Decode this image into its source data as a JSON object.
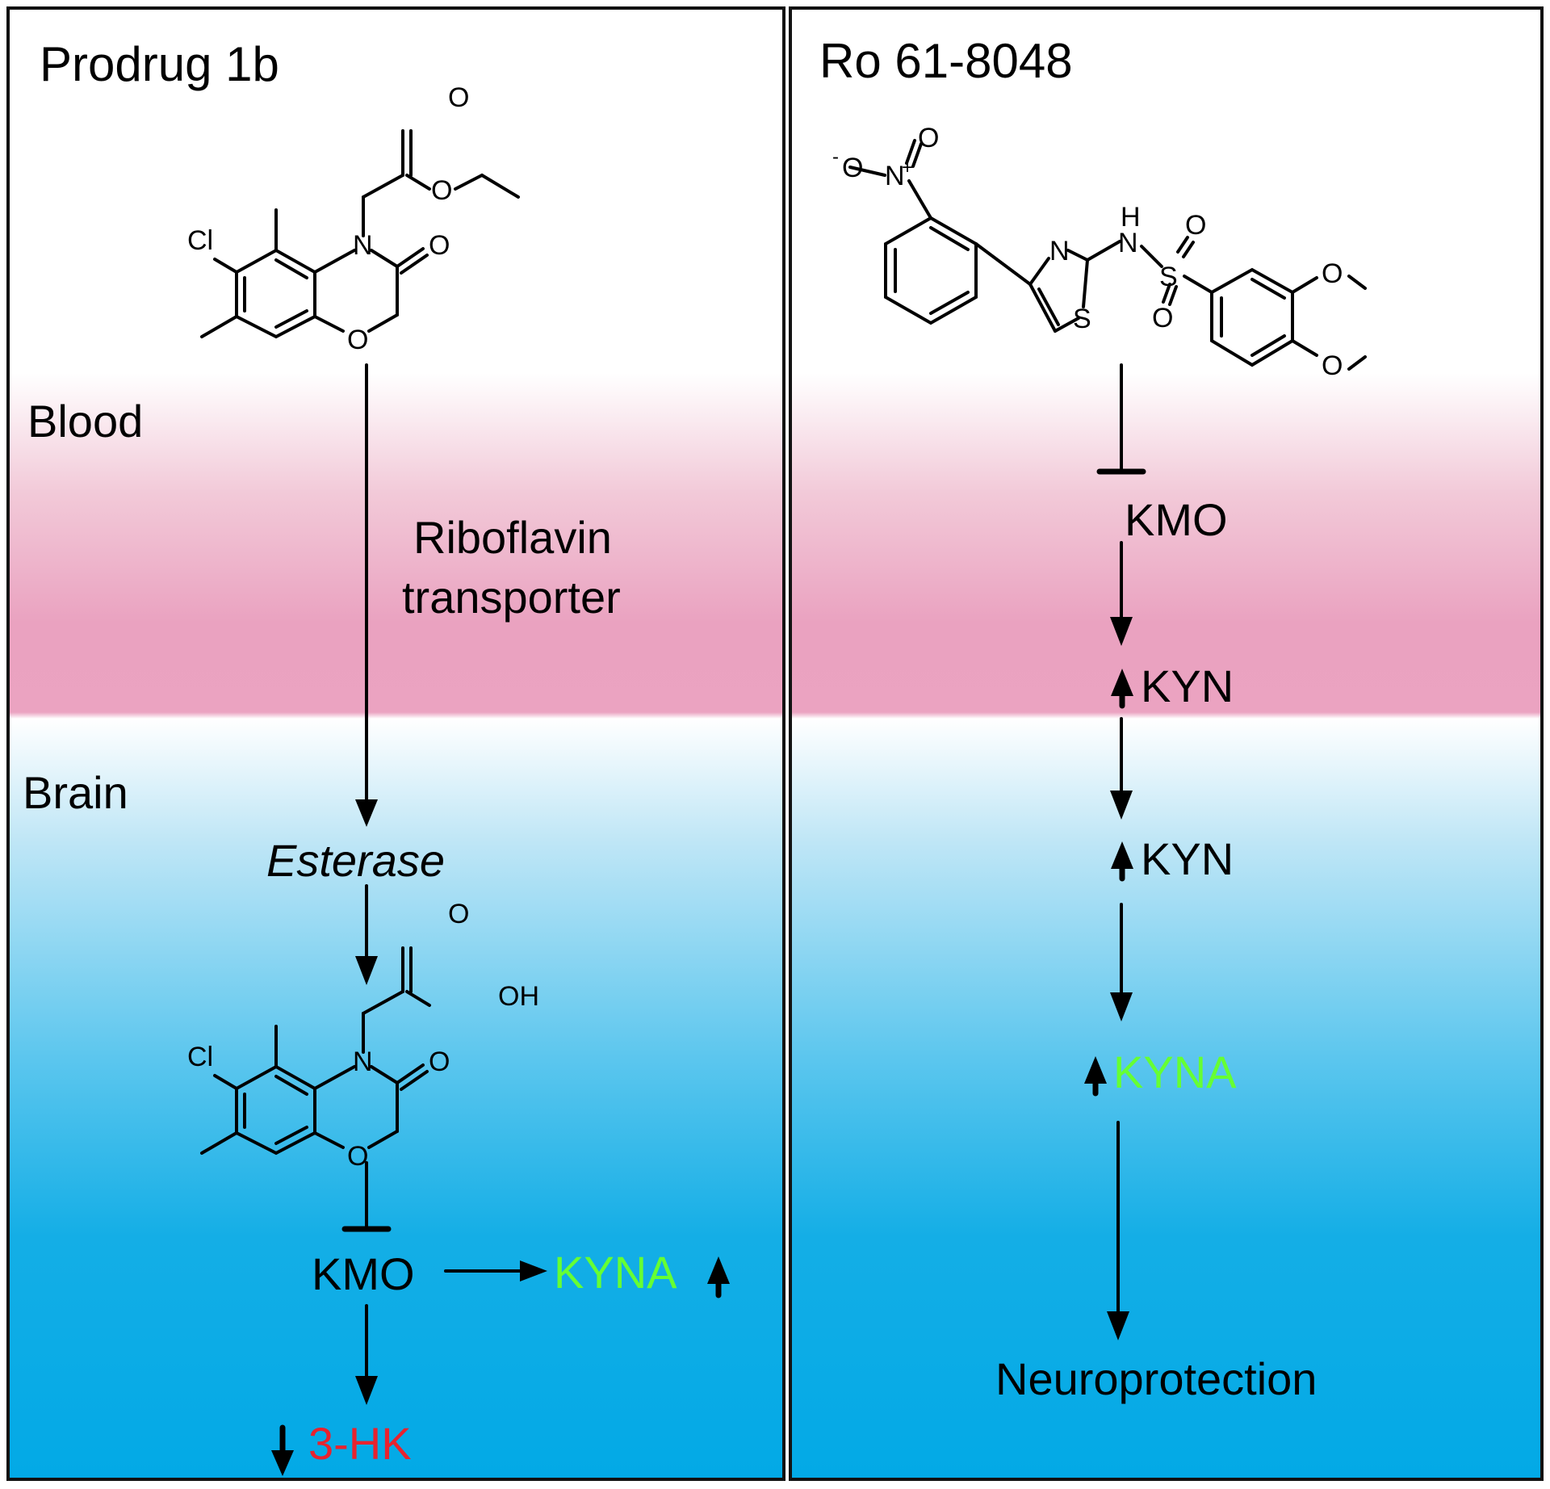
{
  "colors": {
    "kyna": "#66ff33",
    "hk": "#e8222e",
    "blood": "#eba3c1",
    "brain": "#02a9e6",
    "border": "#111111"
  },
  "left_panel": {
    "title": "Prodrug 1b",
    "zone_blood": "Blood",
    "zone_brain": "Brain",
    "transporter_line1": "Riboflavin",
    "transporter_line2": "transporter",
    "esterase": "Esterase",
    "kmo": "KMO",
    "kyna": "KYNA",
    "hk": "3-HK",
    "mol1": {
      "o_carbonyl": "O",
      "o_ester": "O",
      "n": "N",
      "o_lactam": "O",
      "cl": "Cl",
      "o_ring": "O"
    },
    "mol2": {
      "o_carbonyl": "O",
      "oh": "OH",
      "n": "N",
      "o_lactam": "O",
      "cl": "Cl",
      "o_ring": "O"
    }
  },
  "right_panel": {
    "title": "Ro 61-8048",
    "kmo": "KMO",
    "kyn_blood": "KYN",
    "kyn_brain": "KYN",
    "kyna": "KYNA",
    "outcome": "Neuroprotection",
    "mol": {
      "o_nitro_top": "O",
      "o_minus": "O",
      "minus": "-",
      "n_nitro": "N",
      "plus": "+",
      "n_thiazole": "N",
      "s_thiazole": "S",
      "h": "H",
      "n_amine": "N",
      "s_sulfonyl": "S",
      "o_sulf_top": "O",
      "o_sulf_bottom": "O",
      "o_methoxy1": "O",
      "o_methoxy2": "O"
    }
  }
}
